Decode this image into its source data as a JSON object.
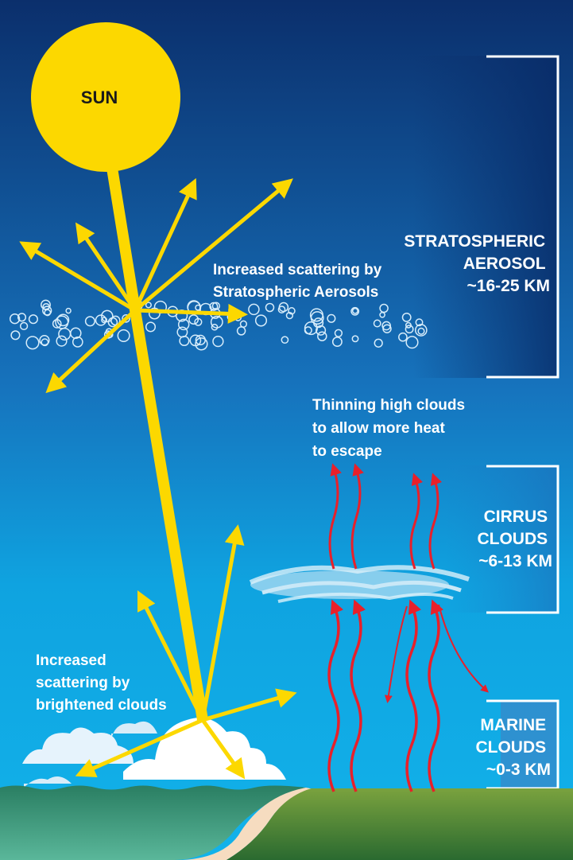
{
  "colors": {
    "sky_top": "#0b2f6c",
    "sky_mid": "#1673bd",
    "sky_bottom": "#12b2ea",
    "sun": "#fcd800",
    "sunlight": "#fcd800",
    "heat": "#e8202a",
    "ocean": "#2f8a6c",
    "land": "#5f9236",
    "sand": "#f6dcc0"
  },
  "sun": {
    "label": "SUN"
  },
  "annotations": {
    "stratospheric_scattering": [
      "Increased scattering by",
      "Stratospheric Aerosols"
    ],
    "thinning_clouds": [
      "Thinning high clouds",
      "to allow more heat",
      "to escape"
    ],
    "brightened_clouds": [
      "Increased",
      "scattering by",
      "brightened clouds"
    ]
  },
  "layers": [
    {
      "name": "stratospheric-aerosol",
      "lines": [
        "STRATOSPHERIC",
        "AEROSOL",
        "~16-25 KM"
      ]
    },
    {
      "name": "cirrus-clouds",
      "lines": [
        "CIRRUS",
        "CLOUDS",
        "~6-13 KM"
      ]
    },
    {
      "name": "marine-clouds",
      "lines": [
        "MARINE",
        "CLOUDS",
        "~0-3 KM"
      ]
    }
  ]
}
